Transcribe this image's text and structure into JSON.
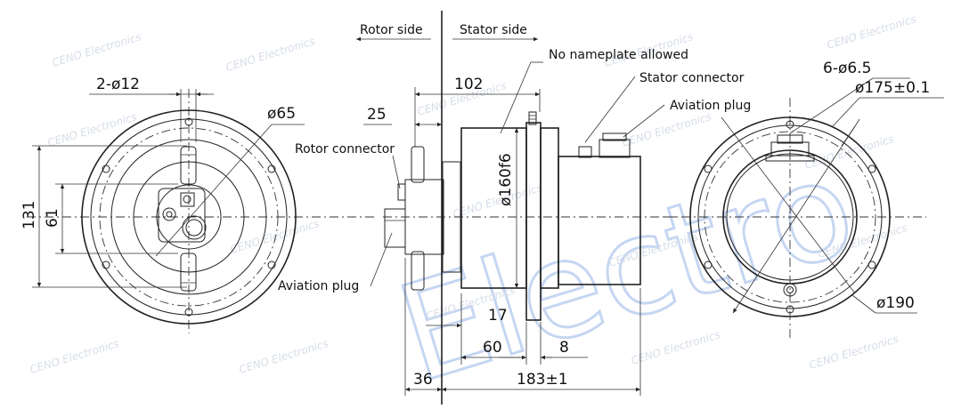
{
  "labels": {
    "rotor_side": "Rotor side",
    "stator_side": "Stator side",
    "no_nameplate": "No nameplate allowed",
    "stator_connector": "Stator connector",
    "aviation_plug_right": "Aviation plug",
    "aviation_plug_left": "Aviation plug",
    "rotor_connector": "Rotor connector"
  },
  "dimensions": {
    "left_holes": "2-ø12",
    "left_dia": "ø65",
    "left_height_outer": "131",
    "left_height_inner": "61",
    "d102": "102",
    "d25": "25",
    "shaft_fit": "ø160f6",
    "d17": "17",
    "d60": "60",
    "d8": "8",
    "d36": "36",
    "d183": "183±1",
    "right_holes": "6-ø6.5",
    "right_dia_inner": "ø175±0.1",
    "right_dia_outer": "ø190"
  },
  "watermark": {
    "small": "CENO Electronics",
    "large": "Electro"
  },
  "colors": {
    "line": "#222222",
    "watermark": "#d6dde8",
    "large_watermark": "#c5d6f2"
  }
}
